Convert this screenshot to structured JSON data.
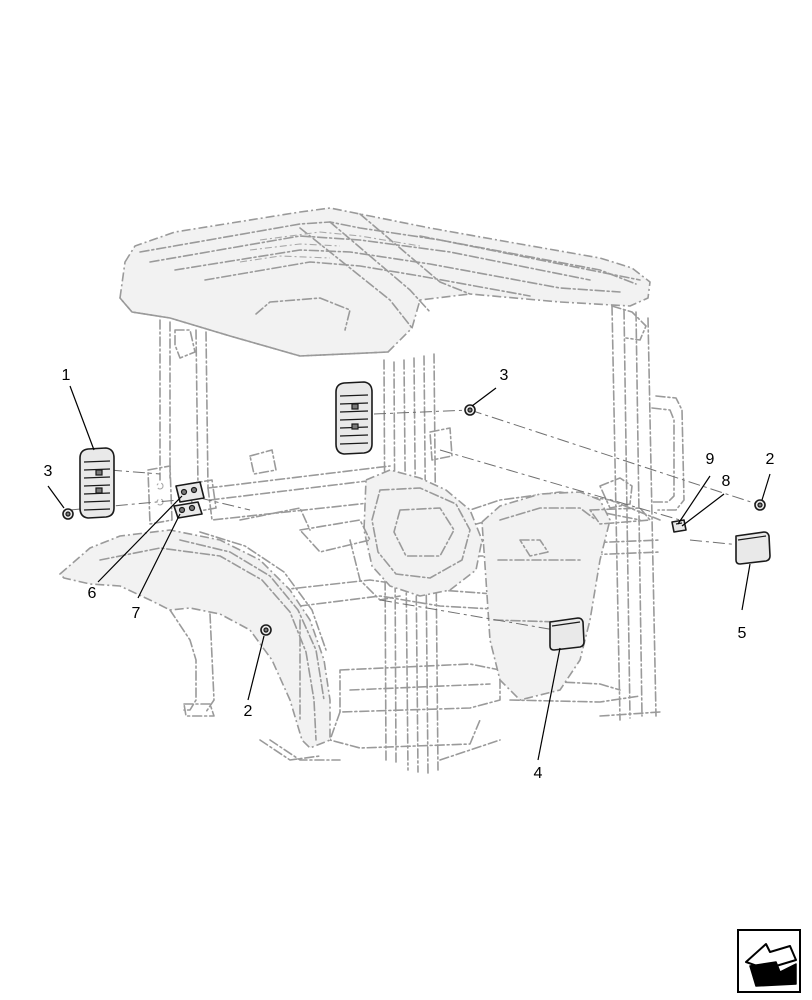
{
  "callouts": [
    {
      "id": "c1",
      "label": "1"
    },
    {
      "id": "c2a",
      "label": "2"
    },
    {
      "id": "c2b",
      "label": "2"
    },
    {
      "id": "c3a",
      "label": "3"
    },
    {
      "id": "c3b",
      "label": "3"
    },
    {
      "id": "c4",
      "label": "4"
    },
    {
      "id": "c5",
      "label": "5"
    },
    {
      "id": "c6",
      "label": "6"
    },
    {
      "id": "c7",
      "label": "7"
    },
    {
      "id": "c8",
      "label": "8"
    },
    {
      "id": "c9",
      "label": "9"
    }
  ],
  "icons": {
    "navigation": "page-navigation-arrow-icon"
  },
  "colors": {
    "parts": "#1a1a1a",
    "phantom_lines": "#9a9a9a",
    "background": "#ffffff"
  }
}
